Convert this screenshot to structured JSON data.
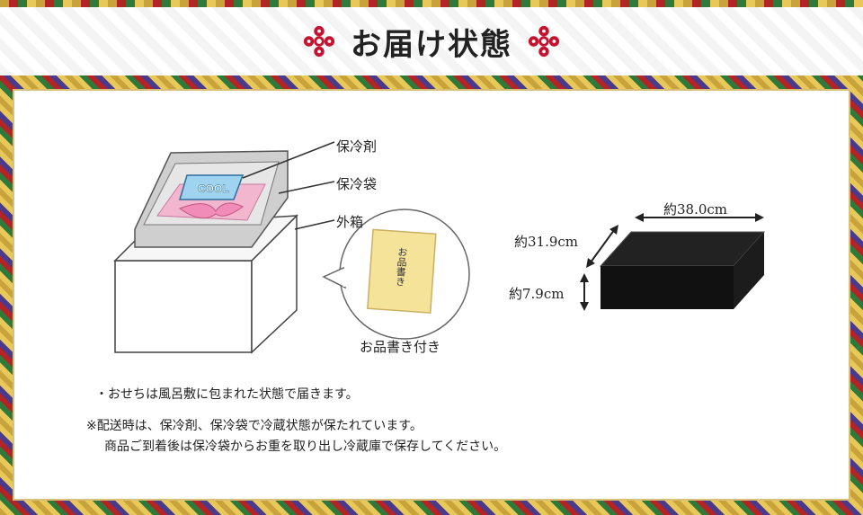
{
  "title": "お届け状態",
  "labels": {
    "ice_pack": "保冷剤",
    "cool_bag": "保冷袋",
    "outer_box": "外箱",
    "cool_tag": "COOL",
    "menu_card_caption": "お品書き付き",
    "menu_card_text": "お品書き"
  },
  "dimensions": {
    "width": "約38.0cm",
    "depth": "約31.9cm",
    "height": "約7.9cm"
  },
  "notes": {
    "line1": "・おせちは風呂敷に包まれた状態で届きます。",
    "line2": "※配送時は、保冷剤、保冷袋で冷蔵状態が保たれています。",
    "line3": "商品ご到着後は保冷袋からお重を取り出し冷蔵庫で保存してください。"
  },
  "colors": {
    "crest_red": "#c4122f",
    "furoshiki_pink": "#f3b6cf",
    "cool_blue": "#9fd3f0",
    "jubako_black": "#111111",
    "card_yellow": "#f6e39a"
  }
}
